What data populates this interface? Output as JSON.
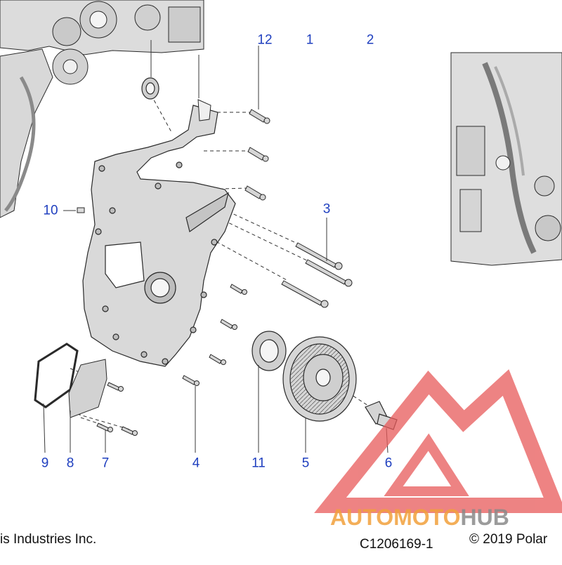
{
  "diagram": {
    "callouts": [
      {
        "label": "12"
      },
      {
        "label": "1"
      },
      {
        "label": "2"
      },
      {
        "label": "10"
      },
      {
        "label": "3"
      },
      {
        "label": "9"
      },
      {
        "label": "8"
      },
      {
        "label": "7"
      },
      {
        "label": "4"
      },
      {
        "label": "11"
      },
      {
        "label": "5"
      },
      {
        "label": "6"
      }
    ]
  },
  "footer": {
    "left_text": "is Industries Inc.",
    "code": "C1206169-1",
    "copyright": "© 2019 Polar"
  },
  "watermark": {
    "brand_part1": "AUTOMOTO",
    "brand_part2": "HUB",
    "colors": {
      "red": "#e85a5a",
      "orange": "#f2a03c",
      "gray": "#8a8a8a"
    }
  },
  "colors": {
    "callout": "#1f3fbf",
    "line": "#2a2a2a",
    "part_fill": "#d9d9d9"
  }
}
